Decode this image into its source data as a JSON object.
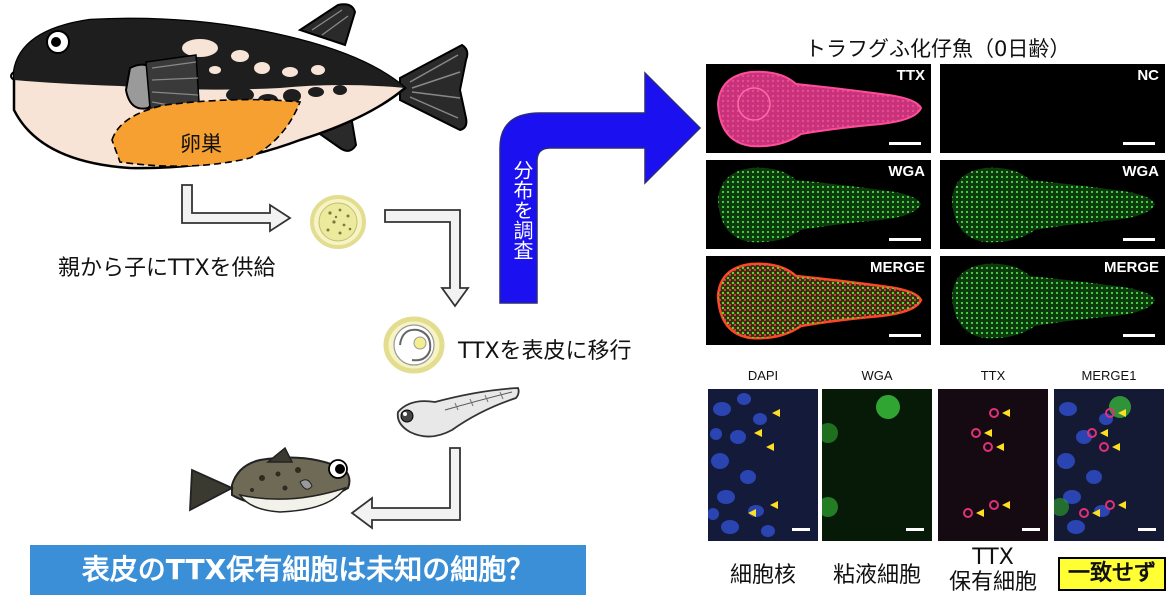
{
  "ovary_label": "卵巣",
  "supply_text": "親から子にTTXを供給",
  "transfer_text": "TTXを表皮に移行",
  "arrow_text": "分布を調査",
  "title_right": "トラフグふ化仔魚（0日齢）",
  "panel_labels": {
    "p1": "TTX",
    "p2": "NC",
    "p3": "WGA",
    "p4": "WGA",
    "p5": "MERGE",
    "p6": "MERGE"
  },
  "micro_labels": [
    "DAPI",
    "WGA",
    "TTX",
    "MERGE1"
  ],
  "bottom_labels": {
    "nucleus": "細胞核",
    "mucous": "粘液細胞",
    "ttx_line1": "TTX",
    "ttx_line2": "保有細胞",
    "mismatch": "一致せず"
  },
  "question_banner": "表皮のTTX保有細胞は未知の細胞？",
  "colors": {
    "banner_bg": "#3b8fd6",
    "big_arrow": "#1a10f0",
    "ovary": "#f5a030",
    "highlight": "#ffff33",
    "ttx_pink": "#e0307a",
    "wga_green": "#3cc83c"
  }
}
